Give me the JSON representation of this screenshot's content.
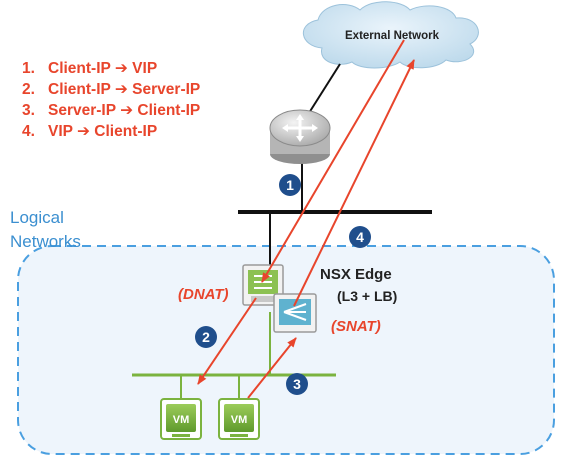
{
  "steps": [
    {
      "num": "1.",
      "text": "Client-IP ➔ VIP"
    },
    {
      "num": "2.",
      "text": "Client-IP ➔ Server-IP"
    },
    {
      "num": "3.",
      "text": "Server-IP ➔ Client-IP"
    },
    {
      "num": "4.",
      "text": "VIP ➔ Client-IP"
    }
  ],
  "labels": {
    "external_network": "External Network",
    "logical_networks": [
      "Logical",
      "Networks"
    ],
    "nsx_edge": "NSX Edge",
    "nsx_edge_sub": "(L3 + LB)",
    "dnat": "(DNAT)",
    "snat": "(SNAT)",
    "vm1": "VM",
    "vm2": "VM",
    "badges": [
      "1",
      "2",
      "3",
      "4"
    ]
  },
  "colors": {
    "flow_arrow": "#e8452c",
    "logical_border": "#4a9fe0",
    "logical_fill": "#eef5fc",
    "segment_line": "#7bb33f",
    "badge": "#1f4e8c",
    "cloud": "#cde4f2"
  },
  "icons": {
    "router": "router-icon",
    "edge": "nsx-edge-icon",
    "cloud": "cloud-icon"
  }
}
